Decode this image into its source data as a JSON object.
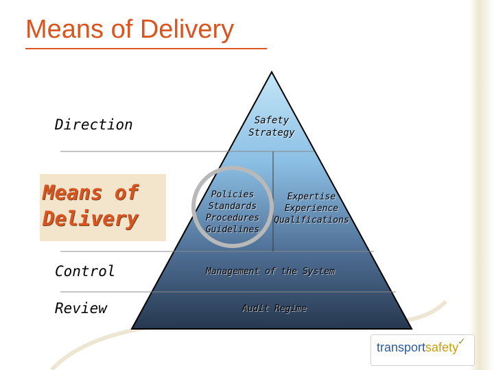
{
  "title": "Means of Delivery",
  "labels": {
    "direction": "Direction",
    "means_of_delivery_line1": "Means of",
    "means_of_delivery_line2": "Delivery",
    "control": "Control",
    "review": "Review"
  },
  "pyramid": {
    "apex_line1": "Safety",
    "apex_line2": "Strategy",
    "left_items": [
      "Policies",
      "Standards",
      "Procedures",
      "Guidelines"
    ],
    "right_items": [
      "Expertise",
      "Experience",
      "Qualifications"
    ],
    "control_text": "Management of the System",
    "review_text": "Audit Regime"
  },
  "logo": {
    "part1": "transport",
    "part2": "safety"
  },
  "colors": {
    "title": "#d9541f",
    "pyramid_top": "#bfe3f7",
    "pyramid_bottom": "#2c3e58",
    "highlight_box": "#f3e4cc"
  }
}
